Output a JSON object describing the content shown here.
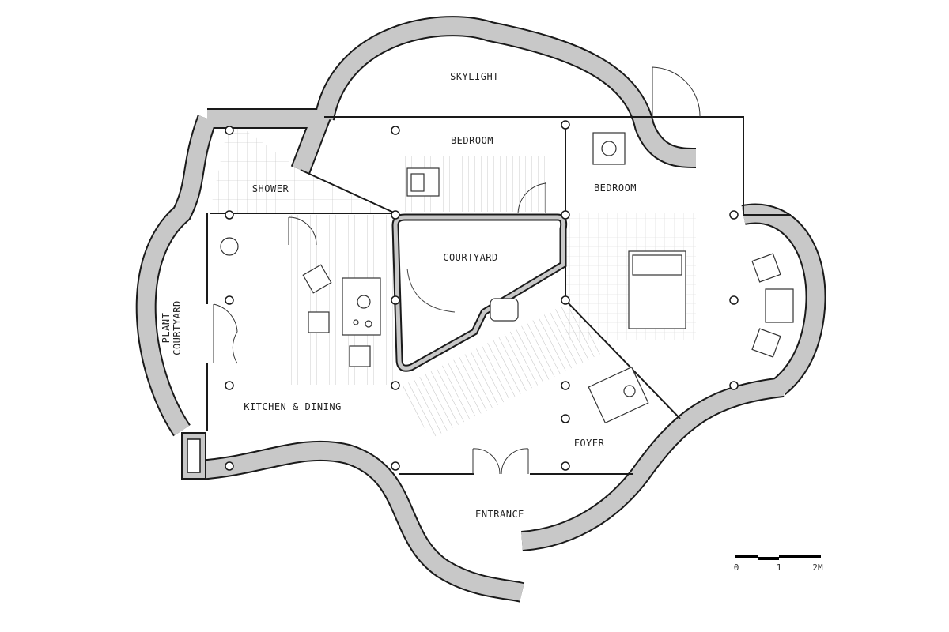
{
  "rooms": {
    "skylight": "SKYLIGHT",
    "bedroom_1": "BEDROOM",
    "bedroom_2": "BEDROOM",
    "shower": "SHOWER",
    "courtyard": "COURTYARD",
    "plant_courtyard_line1": "PLANT",
    "plant_courtyard_line2": "COURTYARD",
    "kitchen_dining": "KITCHEN & DINING",
    "foyer": "FOYER",
    "entrance": "ENTRANCE"
  },
  "scale_bar": {
    "ticks": [
      "0",
      "1",
      "2M"
    ]
  },
  "colors": {
    "wall_fill": "#c8c8c8",
    "line": "#1a1a1a"
  }
}
